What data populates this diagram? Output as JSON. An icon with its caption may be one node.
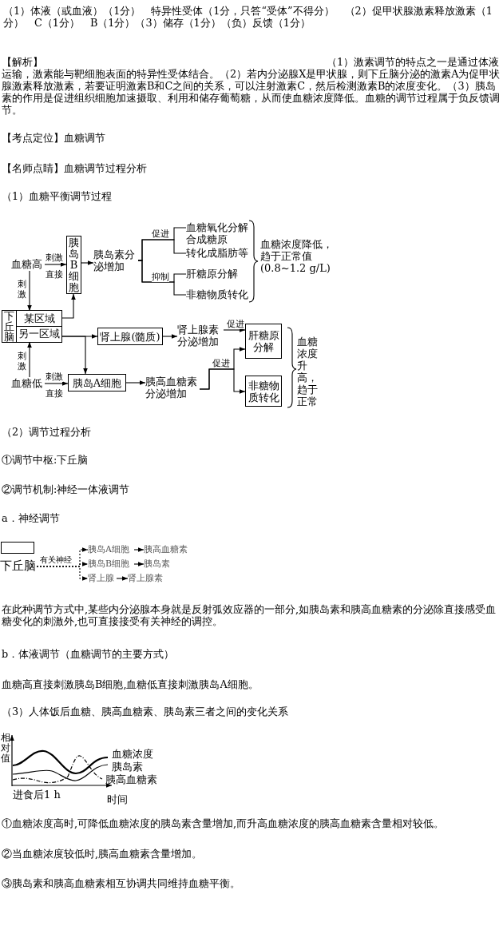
{
  "diagram": {
    "nodes": [
      {
        "text": [
          "血糖高"
        ]
      },
      {
        "text": [
          "胰岛B细胞"
        ]
      },
      {
        "text": [
          "胰岛素分泌增加"
        ]
      },
      {
        "text": [
          "血糖氧化分解合成糖原"
        ]
      },
      {
        "text": [
          "转化成脂肪等"
        ]
      },
      {
        "text": [
          "肝糖原分解"
        ]
      },
      {
        "text": [
          "非糖物质转化"
        ]
      },
      {
        "text": [
          "下丘脑"
        ]
      },
      {
        "text": [
          "某区域"
        ],
        "in": 7
      },
      {
        "text": [
          "另一区域"
        ],
        "in": 7
      },
      {
        "text": [
          "肾上腺(髓质)"
        ]
      },
      {
        "text": [
          "肾上腺素分泌增加"
        ]
      },
      {
        "text": [
          "肝糖原分解"
        ]
      },
      {
        "text": [
          "非糖物质转化"
        ]
      },
      {
        "text": [
          "血糖低"
        ]
      },
      {
        "text": [
          "胰岛A细胞"
        ]
      },
      {
        "text": [
          "胰高血糖素分泌增加"
        ]
      },
      {
        "text": [],
        "shape": "box"
      },
      {
        "text": [
          "下丘脑"
        ]
      },
      {
        "text": [
          "胰岛A细胞"
        ]
      },
      {
        "text": [
          "胰高血糖素"
        ]
      },
      {
        "text": [
          "胰岛B细胞"
        ]
      },
      {
        "text": [
          "胰岛素"
        ]
      },
      {
        "text": [
          "肾上腺"
        ]
      },
      {
        "text": [
          "肾上腺素"
        ]
      }
    ],
    "edges": [
      {
        "from": 0,
        "to": 1,
        "arrow": "to",
        "label": "刺激"
      },
      {
        "from": 1,
        "to": 2,
        "arrow": "to"
      },
      {
        "from": 2,
        "to": 3,
        "arrow": "none",
        "label": "促进"
      },
      {
        "from": 2,
        "to": 4,
        "arrow": "none"
      },
      {
        "from": 2,
        "to": 5,
        "arrow": "none",
        "label": "抑制"
      },
      {
        "from": 2,
        "to": 6,
        "arrow": "none"
      },
      {
        "from": 0,
        "to": 8,
        "arrow": "to",
        "label": "刺激"
      },
      {
        "from": 8,
        "to": 1,
        "arrow": "to"
      },
      {
        "from": 9,
        "to": 10,
        "arrow": "to"
      },
      {
        "from": 9,
        "to": 15,
        "arrow": "to"
      },
      {
        "from": 10,
        "to": 11,
        "arrow": "to"
      },
      {
        "from": 11,
        "to": 12,
        "arrow": "to",
        "label": "促进"
      },
      {
        "from": 14,
        "to": 9,
        "arrow": "to",
        "label": "刺激"
      },
      {
        "from": 14,
        "to": 15,
        "arrow": "to",
        "label": "刺激"
      },
      {
        "from": 15,
        "to": 16,
        "arrow": "to"
      },
      {
        "from": 16,
        "to": 12,
        "arrow": "to",
        "label": "促进"
      },
      {
        "from": 16,
        "to": 13,
        "arrow": "to"
      },
      {
        "from": 18,
        "to": 19,
        "arrow": "to",
        "style": "dashed",
        "label": "有关神经"
      },
      {
        "from": 18,
        "to": 21,
        "arrow": "to",
        "style": "dashed"
      },
      {
        "from": 18,
        "to": 23,
        "arrow": "to",
        "style": "dashed"
      },
      {
        "from": 19,
        "to": 20,
        "arrow": "to"
      },
      {
        "from": 21,
        "to": 22,
        "arrow": "to"
      },
      {
        "from": 23,
        "to": 24,
        "arrow": "to"
      }
    ],
    "labels": [
      "（1）体液（或血液）（1分）　特异性受体（1分，只答“受体”不得分）　（2）促甲状腺激素释放激素（1分）　C（1分）　B（1分）（3）储存（1分）（负）反馈（1分）",
      "【解析】",
      "（1）激素调节的特点之一是通过体液运输，激素能与靶细胞表面的特异性受体结合。（2）若内分泌腺X是甲状腺，则下丘脑分泌的激素A为促甲状腺激素释放激素，若要证明激素B和C之间的关系，可以注射激素C，然后检测激素B的浓度变化。（3）胰岛素的作用是促进组织细胞加速摄取、利用和储存葡萄糖，从而使血糖浓度降低。血糖的调节过程属于负反馈调节。",
      "【考点定位】血糖调节",
      "【名师点睛】血糖调节过程分析",
      "（1）血糖平衡调节过程",
      "直接",
      "直接",
      "血糖浓度降低，趋于正常值 (0.8~1.2 g/L)",
      "血糖浓度升高，趋于正常",
      "（2）调节过程分析",
      "①调节中枢:下丘脑",
      "②调节机制:神经一体液调节",
      "a．神经调节",
      "在此种调节方式中,某些内分泌腺本身就是反射弧效应器的一部分,如胰岛素和胰高血糖素的分泌除直接感受血糖变化的刺激外,也可直接接受有关神经的调控。",
      "b．体液调节（血糖调节的主要方式）",
      "血糖高直接刺激胰岛B细胞,血糖低直接刺激胰岛A细胞。",
      "（3）人体饭后血糖、胰高血糖素、胰岛素三者之间的变化关系",
      "相对值",
      "血糖浓度",
      "胰岛素",
      "胰高血糖素",
      "进食后1 h",
      "时间",
      "①血糖浓度高时,可降低血糖浓度的胰岛素含量增加,而升高血糖浓度的胰高血糖素含量相对较低。",
      "②当血糖浓度较低时,胰高血糖素含量增加。",
      "③胰岛素和胰高血糖素相互协调共同维持血糖平衡。"
    ]
  }
}
